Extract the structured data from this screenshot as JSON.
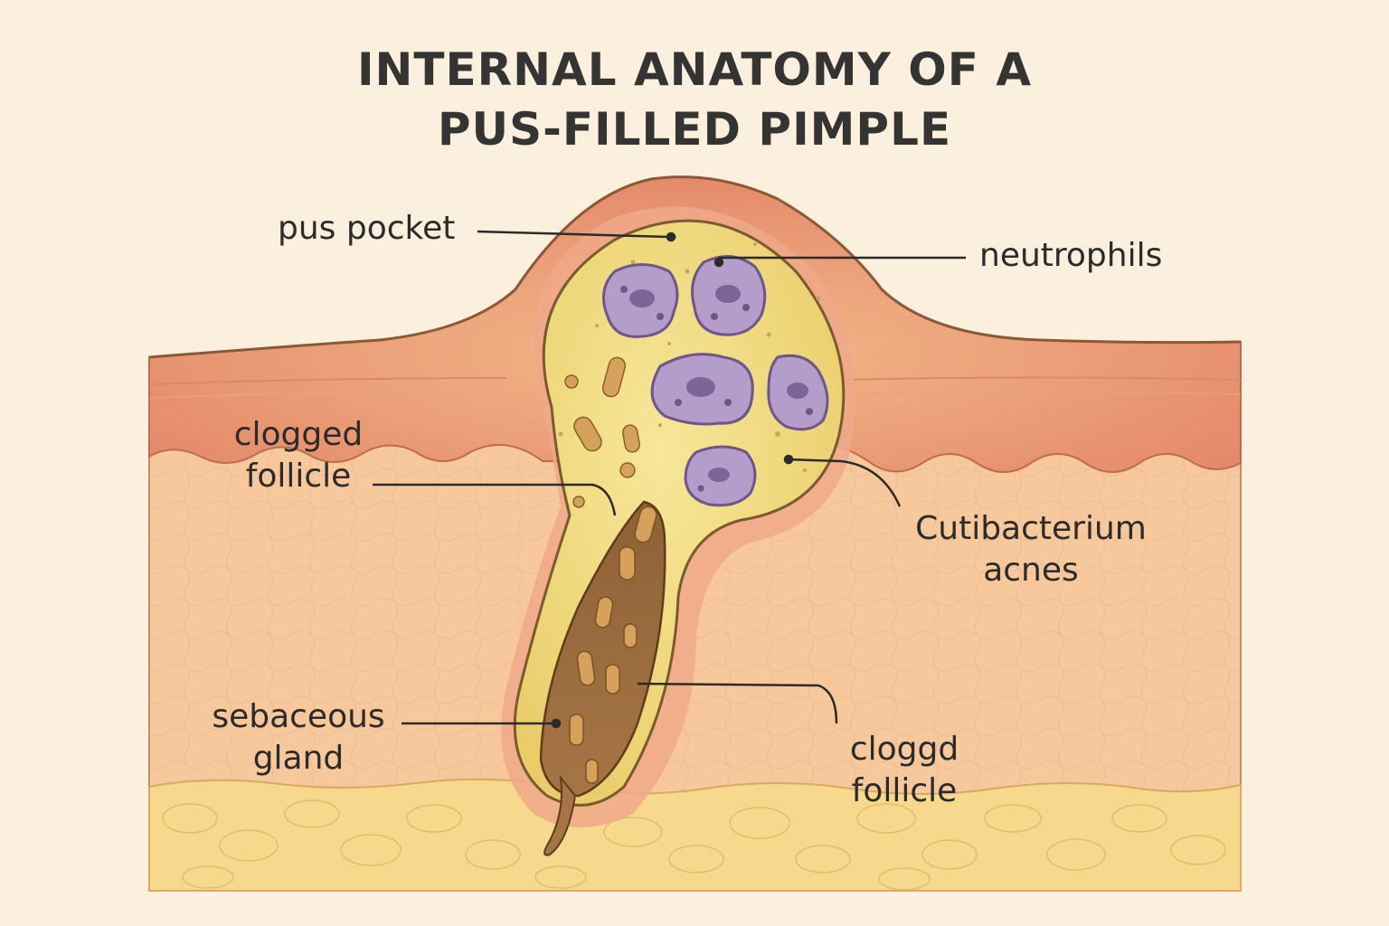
{
  "title": {
    "line1": "INTERNAL ANATOMY OF A",
    "line2": "PUS-FILLED PIMPLE"
  },
  "labels": {
    "pus_pocket": "pus pocket",
    "neutrophils": "neutrophils",
    "clogged_follicle_1_line1": "clogged",
    "clogged_follicle_1_line2": "follicle",
    "bacterium_line1": "Cutibacterium",
    "bacterium_line2": "acnes",
    "sebaceous_line1": "sebaceous",
    "sebaceous_line2": "gland",
    "clogged_follicle_2_line1": "cloggd",
    "clogged_follicle_2_line2": "follicle"
  },
  "colors": {
    "background": "#fbefdd",
    "epidermis": "#eea386",
    "dermis": "#f6c89c",
    "fat": "#f7d98d",
    "pus": "#f2dd7d",
    "neutrophil": "#b49ccb",
    "sebum": "#9a6a3e",
    "outline": "#6e4a2a"
  }
}
